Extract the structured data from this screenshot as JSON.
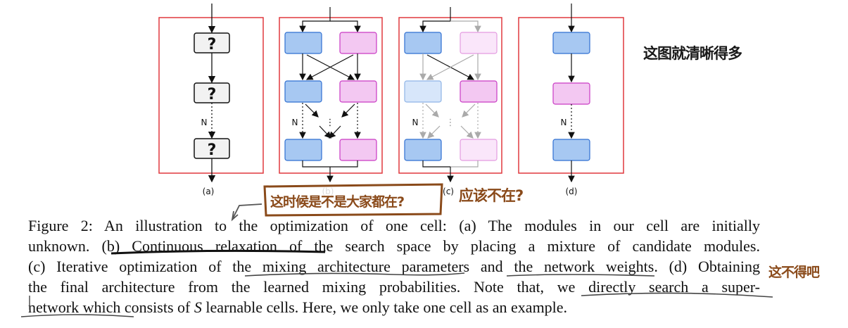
{
  "figure": {
    "panel_labels": [
      "(a)",
      "(b)",
      "(c)",
      "(d)"
    ],
    "unknown_symbol": "?",
    "n_label": "N",
    "ellipsis": "⋮",
    "colors": {
      "frame": "#e0393e",
      "blue_module": "#a7c8f2",
      "blue_border": "#2f6fd1",
      "pink_module": "#f3c8f2",
      "pink_border": "#c93ac4",
      "unknown_module": "#f2f2f2"
    }
  },
  "caption": {
    "l1": "Figure 2: An illustration to the optimization of one cell: (a) The modules in our cell are initially",
    "l2": "unknown. (b) Continuous relaxation of the search space by placing a mixture of candidate modules.",
    "l3": "(c) Iterative optimization of the mixing architecture parameters and the network weights. (d) Obtaining",
    "l4": "the final architecture from the learned mixing probabilities. Note that, we directly search a super-",
    "l5a": "network which consists of ",
    "l5var": "S",
    "l5b": " learnable cells. Here, we only take one cell as an example."
  },
  "annotations": {
    "top_right": "这图就清晰得多",
    "boxed_note": "这时候是不是大家都在?",
    "question_note": "应该不在?",
    "right_note": "这不得吧"
  }
}
